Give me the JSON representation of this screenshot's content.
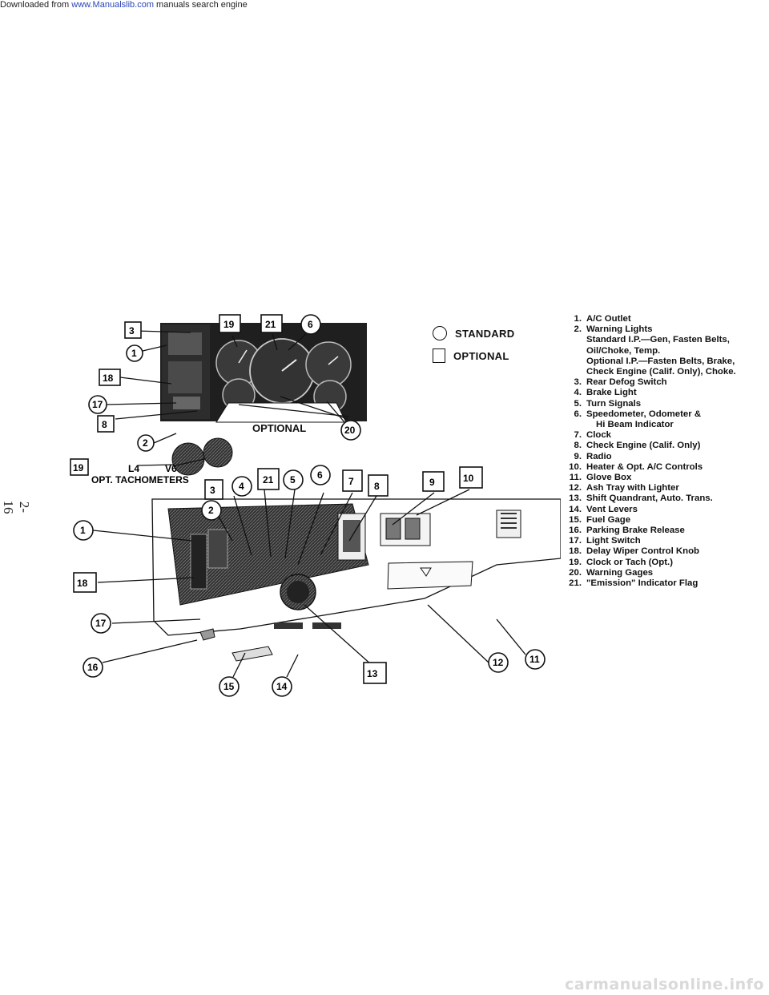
{
  "header_note": {
    "prefix": "Downloaded from ",
    "link": "www.Manualslib.com",
    "suffix": " manuals search engine"
  },
  "page_number": "2-16",
  "legend": {
    "standard": "STANDARD",
    "optional": "OPTIONAL"
  },
  "figure": {
    "optional_label": "OPTIONAL",
    "tach_engines": [
      "L4",
      "V6"
    ],
    "tach_label": "OPT. TACHOMETERS",
    "callouts_upper": [
      "3",
      "1",
      "18",
      "17",
      "8",
      "2",
      "19",
      "19",
      "21",
      "6",
      "20"
    ],
    "callouts_lower": [
      "3",
      "4",
      "21",
      "5",
      "6",
      "7",
      "8",
      "9",
      "10",
      "2",
      "1",
      "18",
      "17",
      "16",
      "15",
      "14",
      "13",
      "12",
      "11"
    ]
  },
  "parts": [
    {
      "num": "1.",
      "label": "A/C Outlet"
    },
    {
      "num": "2.",
      "label": "Warning Lights"
    },
    {
      "num": "",
      "label": "Standard I.P.—Gen, Fasten Belts,"
    },
    {
      "num": "",
      "label": "Oil/Choke, Temp."
    },
    {
      "num": "",
      "label": "Optional I.P.—Fasten Belts, Brake,"
    },
    {
      "num": "",
      "label": "Check Engine (Calif. Only), Choke."
    },
    {
      "num": "3.",
      "label": "Rear Defog Switch"
    },
    {
      "num": "4.",
      "label": "Brake Light"
    },
    {
      "num": "5.",
      "label": "Turn Signals"
    },
    {
      "num": "6.",
      "label": "Speedometer, Odometer &"
    },
    {
      "num": "",
      "label": "Hi Beam Indicator"
    },
    {
      "num": "7.",
      "label": "Clock"
    },
    {
      "num": "8.",
      "label": "Check Engine (Calif. Only)"
    },
    {
      "num": "9.",
      "label": "Radio"
    },
    {
      "num": "10.",
      "label": "Heater & Opt. A/C Controls"
    },
    {
      "num": "11.",
      "label": "Glove Box"
    },
    {
      "num": "12.",
      "label": "Ash Tray with Lighter"
    },
    {
      "num": "13.",
      "label": "Shift Quandrant, Auto. Trans."
    },
    {
      "num": "14.",
      "label": "Vent Levers"
    },
    {
      "num": "15.",
      "label": "Fuel Gage"
    },
    {
      "num": "16.",
      "label": "Parking Brake Release"
    },
    {
      "num": "17.",
      "label": "Light Switch"
    },
    {
      "num": "18.",
      "label": "Delay Wiper Control Knob"
    },
    {
      "num": "19.",
      "label": "Clock or Tach (Opt.)"
    },
    {
      "num": "20.",
      "label": "Warning Gages"
    },
    {
      "num": "21.",
      "label": "\"Emission\" Indicator Flag"
    }
  ],
  "watermark": "carmanualsonline.info"
}
